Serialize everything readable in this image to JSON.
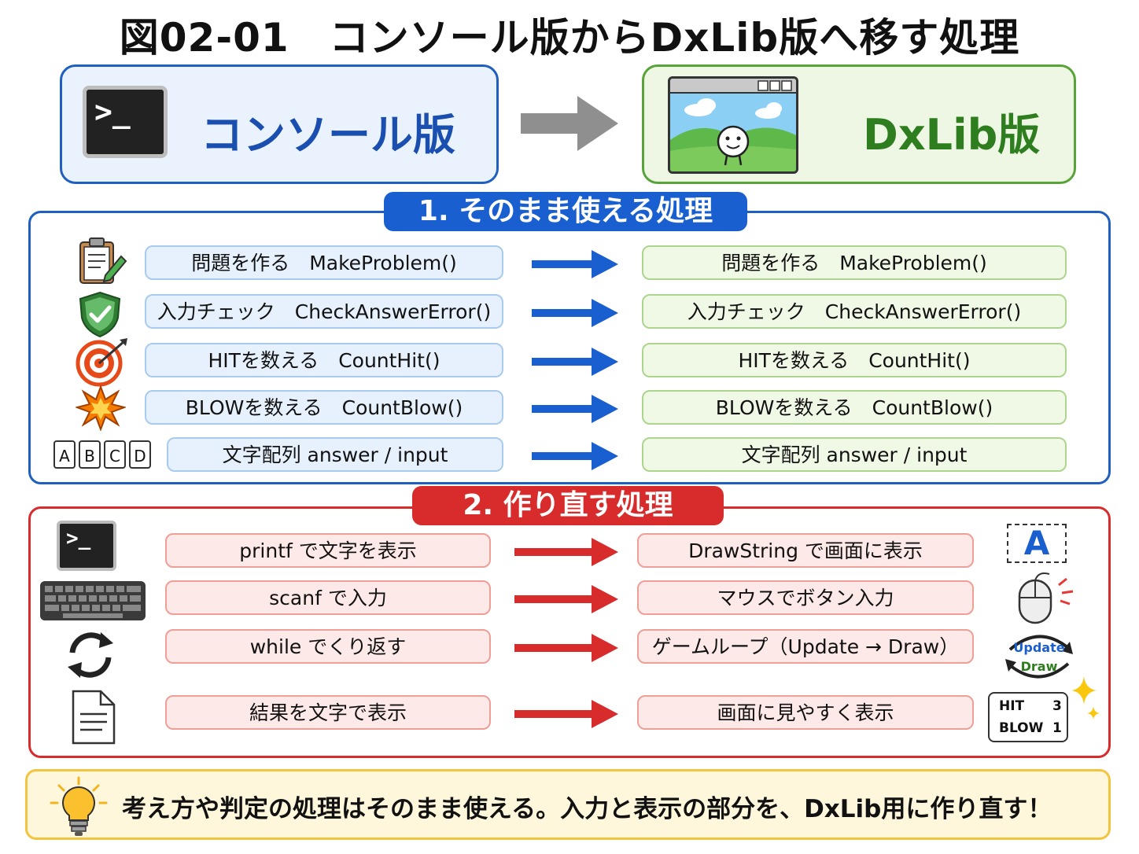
{
  "title": "図02-01　コンソール版からDxLib版へ移す処理",
  "top": {
    "left_label": "コンソール版",
    "right_label": "DxLib版",
    "console_prompt": ">_"
  },
  "section1": {
    "header": "1. そのまま使える処理",
    "rows": [
      {
        "left": "問題を作る　MakeProblem()",
        "right": "問題を作る　MakeProblem()",
        "icon": "clipboard-icon"
      },
      {
        "left": "入力チェック　CheckAnswerError()",
        "right": "入力チェック　CheckAnswerError()",
        "icon": "shield-check-icon"
      },
      {
        "left": "HITを数える　CountHit()",
        "right": "HITを数える　CountHit()",
        "icon": "target-icon"
      },
      {
        "left": "BLOWを数える　CountBlow()",
        "right": "BLOWを数える　CountBlow()",
        "icon": "burst-icon"
      },
      {
        "left": "文字配列 answer / input",
        "right": "文字配列 answer / input",
        "icon": "letter-cells-icon"
      }
    ],
    "letters": [
      "A",
      "B",
      "C",
      "D"
    ]
  },
  "section2": {
    "header": "2. 作り直す処理",
    "rows": [
      {
        "left": "printf で文字を表示",
        "right": "DrawString で画面に表示",
        "left_icon": "console-icon",
        "right_icon": "letter-a-icon"
      },
      {
        "left": "scanf で入力",
        "right": "マウスでボタン入力",
        "left_icon": "keyboard-icon",
        "right_icon": "mouse-icon"
      },
      {
        "left": "while でくり返す",
        "right": "ゲームループ（Update → Draw）",
        "left_icon": "refresh-icon",
        "right_icon": "loop-icon"
      },
      {
        "left": "結果を文字で表示",
        "right": "画面に見やすく表示",
        "left_icon": "document-icon",
        "right_icon": "scoreboard-icon"
      }
    ],
    "letter_a": "A",
    "loop_update": "Update",
    "loop_draw": "Draw",
    "score": {
      "hit_label": "HIT",
      "hit_value": "3",
      "blow_label": "BLOW",
      "blow_value": "1"
    },
    "console_prompt": ">_"
  },
  "footer": {
    "text": "考え方や判定の処理はそのまま使える。入力と表示の部分を、DxLib用に作り直す！",
    "icon": "lightbulb-icon"
  },
  "colors": {
    "blue": "#1a5fcf",
    "green": "#2e7d1f",
    "red": "#d82c2c",
    "yellow": "#f3c43f"
  }
}
